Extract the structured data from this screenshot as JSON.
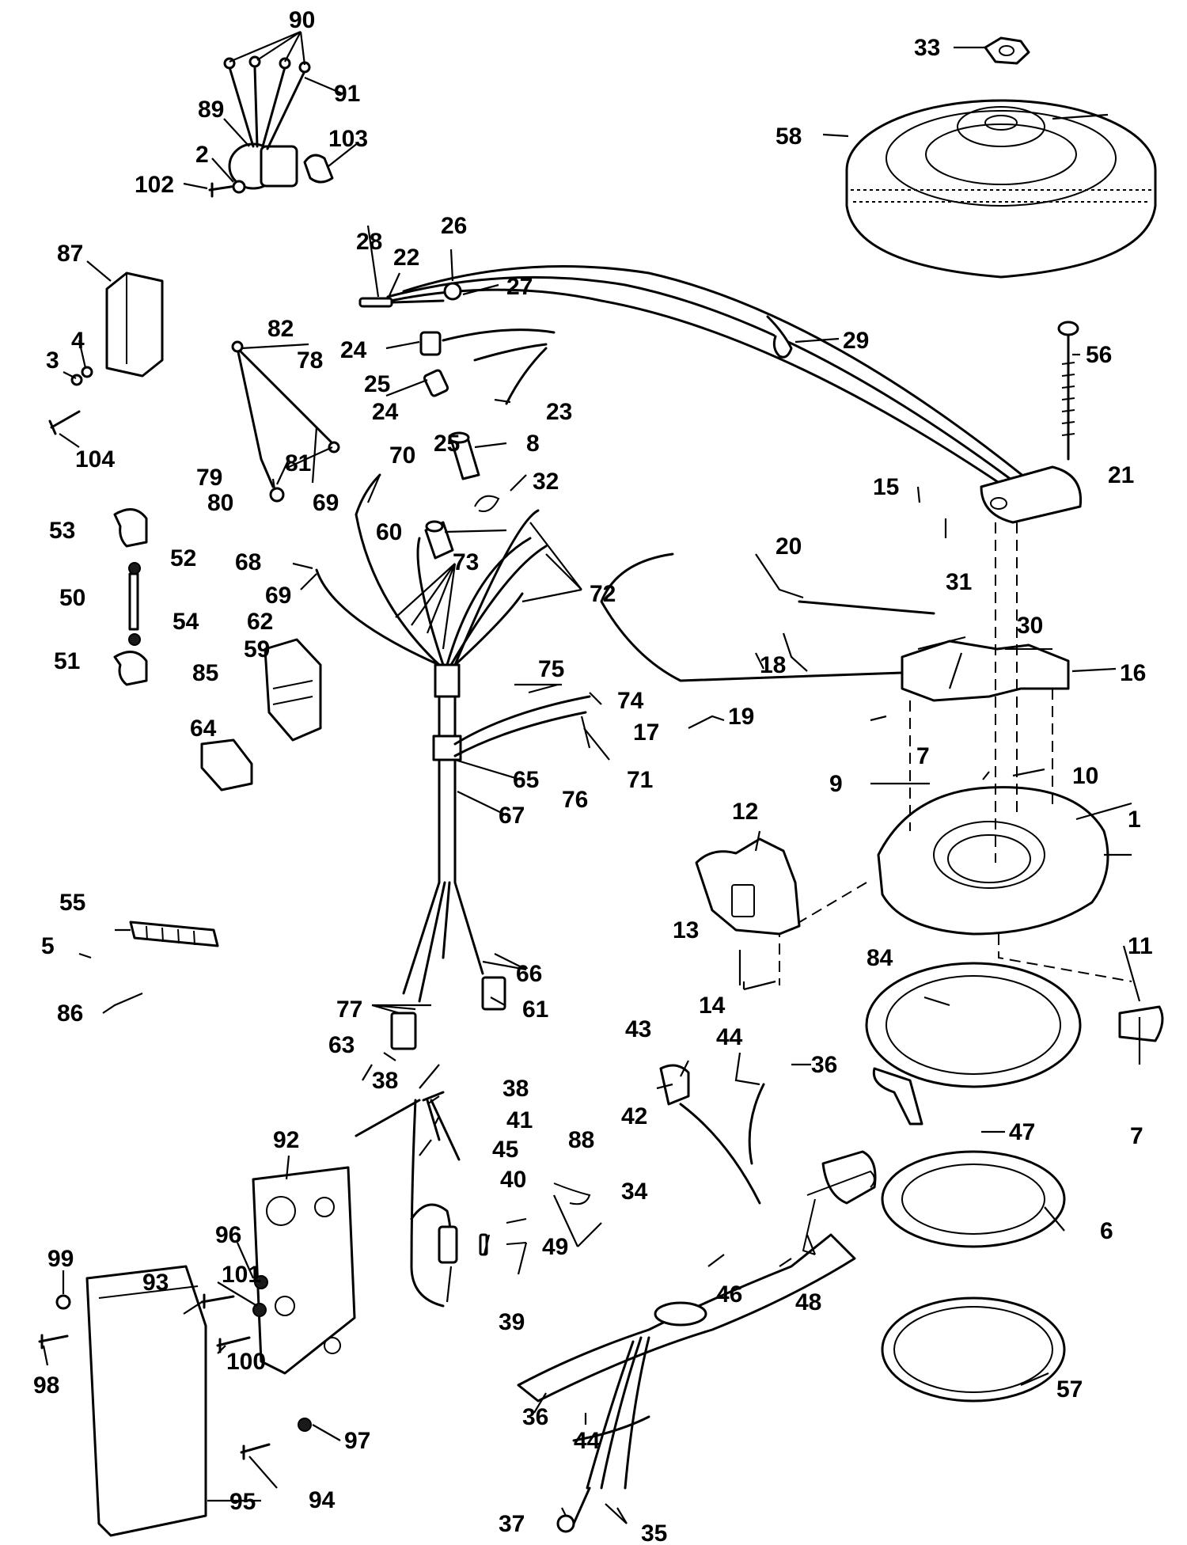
{
  "diagram": {
    "callouts": {
      "c1": "1",
      "c2": "2",
      "c3": "3",
      "c4": "4",
      "c5": "5",
      "c6": "6",
      "c7a": "7",
      "c7b": "7",
      "c8": "8",
      "c9": "9",
      "c10": "10",
      "c11": "11",
      "c12": "12",
      "c13": "13",
      "c14": "14",
      "c15": "15",
      "c16": "16",
      "c17": "17",
      "c18": "18",
      "c19": "19",
      "c20": "20",
      "c21": "21",
      "c22": "22",
      "c23": "23",
      "c24a": "24",
      "c24b": "24",
      "c25a": "25",
      "c25b": "25",
      "c26": "26",
      "c27": "27",
      "c28": "28",
      "c29": "29",
      "c30": "30",
      "c31": "31",
      "c32": "32",
      "c33": "33",
      "c34": "34",
      "c35": "35",
      "c36a": "36",
      "c36b": "36",
      "c37": "37",
      "c38a": "38",
      "c38b": "38",
      "c39": "39",
      "c40": "40",
      "c41": "41",
      "c42": "42",
      "c43": "43",
      "c44a": "44",
      "c44b": "44",
      "c45": "45",
      "c46": "46",
      "c47": "47",
      "c48": "48",
      "c49": "49",
      "c50": "50",
      "c51": "51",
      "c52": "52",
      "c53": "53",
      "c54": "54",
      "c55": "55",
      "c56": "56",
      "c57": "57",
      "c58": "58",
      "c59": "59",
      "c60": "60",
      "c61": "61",
      "c62": "62",
      "c63": "63",
      "c64": "64",
      "c65": "65",
      "c66": "66",
      "c67": "67",
      "c68": "68",
      "c69a": "69",
      "c69b": "69",
      "c70": "70",
      "c71": "71",
      "c72": "72",
      "c73": "73",
      "c74": "74",
      "c75": "75",
      "c76": "76",
      "c77": "77",
      "c78": "78",
      "c79": "79",
      "c80": "80",
      "c81": "81",
      "c82": "82",
      "c84": "84",
      "c85": "85",
      "c86": "86",
      "c87": "87",
      "c88": "88",
      "c89": "89",
      "c90": "90",
      "c91": "91",
      "c92": "92",
      "c93": "93",
      "c94": "94",
      "c95": "95",
      "c96": "96",
      "c97": "97",
      "c98": "98",
      "c99": "99",
      "c100": "100",
      "c101": "101",
      "c102": "102",
      "c103": "103",
      "c104": "104"
    }
  }
}
